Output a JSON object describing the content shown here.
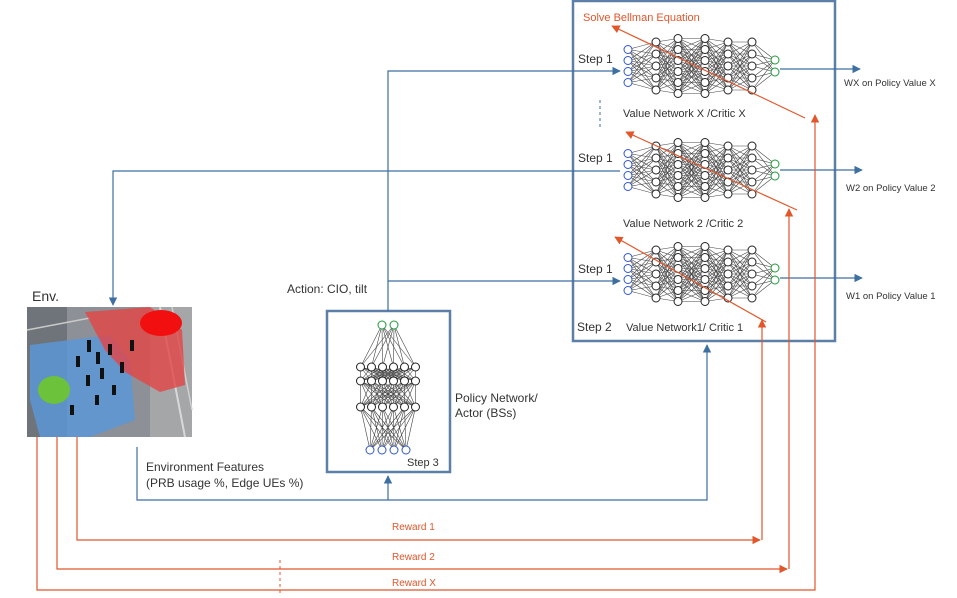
{
  "env": {
    "label": "Env."
  },
  "action": {
    "label": "Action: CIO, tilt"
  },
  "features": {
    "line1": "Environment Features",
    "line2": "(PRB usage %, Edge UEs %)"
  },
  "policy": {
    "line1": "Policy Network/",
    "line2": "Actor (BSs)",
    "step": "Step 3"
  },
  "critic_box": {
    "bellman": "Solve Bellman Equation",
    "step2": "Step 2"
  },
  "critics": [
    {
      "step": "Step 1",
      "name": "Value Network X /Critic X",
      "output": "WX on Policy Value X"
    },
    {
      "step": "Step 1",
      "name": "Value Network 2 /Critic 2",
      "output": "W2 on Policy Value 2"
    },
    {
      "step": "Step 1",
      "name": "Value Network1/ Critic 1",
      "output": "W1 on Policy Value 1"
    }
  ],
  "rewards": [
    "Reward 1",
    "Reward 2",
    "Reward X"
  ],
  "colors": {
    "blue": "#3d6fa0",
    "orange": "#e2562b",
    "box": "#5b7fa6",
    "node": "#2f56c8",
    "out_node": "#1c9a3c"
  }
}
